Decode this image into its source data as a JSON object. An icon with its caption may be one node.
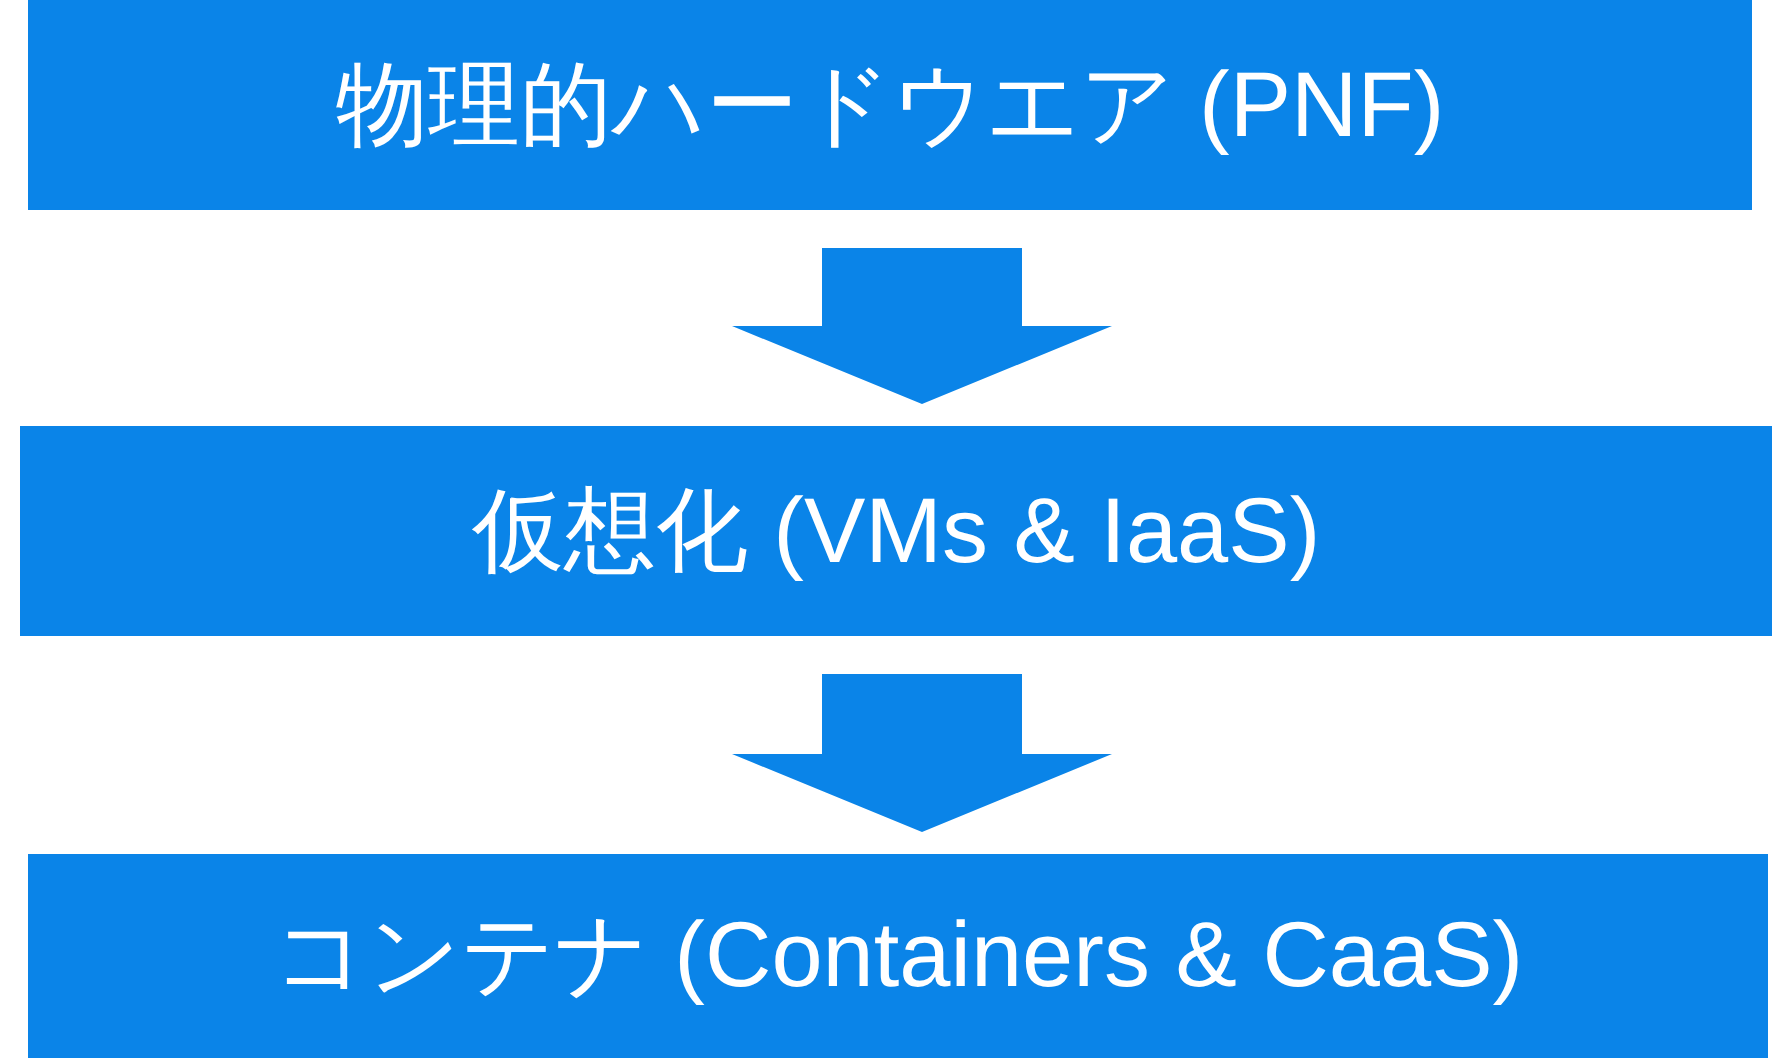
{
  "diagram": {
    "nodes": [
      {
        "text": [
          "物理的ハードウエア (PNF)"
        ]
      },
      {
        "text": [
          "仮想化 (VMs & IaaS)"
        ]
      },
      {
        "text": [
          "コンテナ (Containers & CaaS)"
        ]
      }
    ],
    "edges": [
      {
        "from": 0,
        "to": 1,
        "arrow": "to"
      },
      {
        "from": 1,
        "to": 2,
        "arrow": "to"
      }
    ]
  }
}
